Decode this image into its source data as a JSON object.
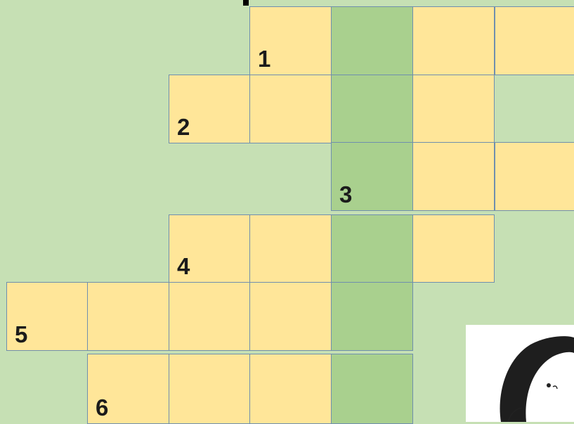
{
  "puzzle": {
    "colors": {
      "background": "#c6e0b4",
      "cell": "#ffe699",
      "key_column": "#a9d08e",
      "border": "#6f8fae"
    },
    "rows": [
      {
        "label": "1",
        "cells": 4,
        "key_index": 1
      },
      {
        "label": "2",
        "cells": 4,
        "key_index": 2
      },
      {
        "label": "3",
        "cells": 3,
        "key_index": 0
      },
      {
        "label": "4",
        "cells": 4,
        "key_index": 2
      },
      {
        "label": "5",
        "cells": 5,
        "key_index": 4
      },
      {
        "label": "6",
        "cells": 4,
        "key_index": 3
      }
    ]
  },
  "illustration": {
    "icon": "cartoon-character-icon"
  }
}
